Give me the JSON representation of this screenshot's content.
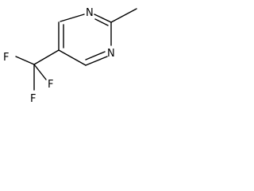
{
  "molecule": {
    "atoms": {
      "n1": "N",
      "n3": "N",
      "f_a": "F",
      "f_b": "F",
      "f_c": "F"
    }
  }
}
